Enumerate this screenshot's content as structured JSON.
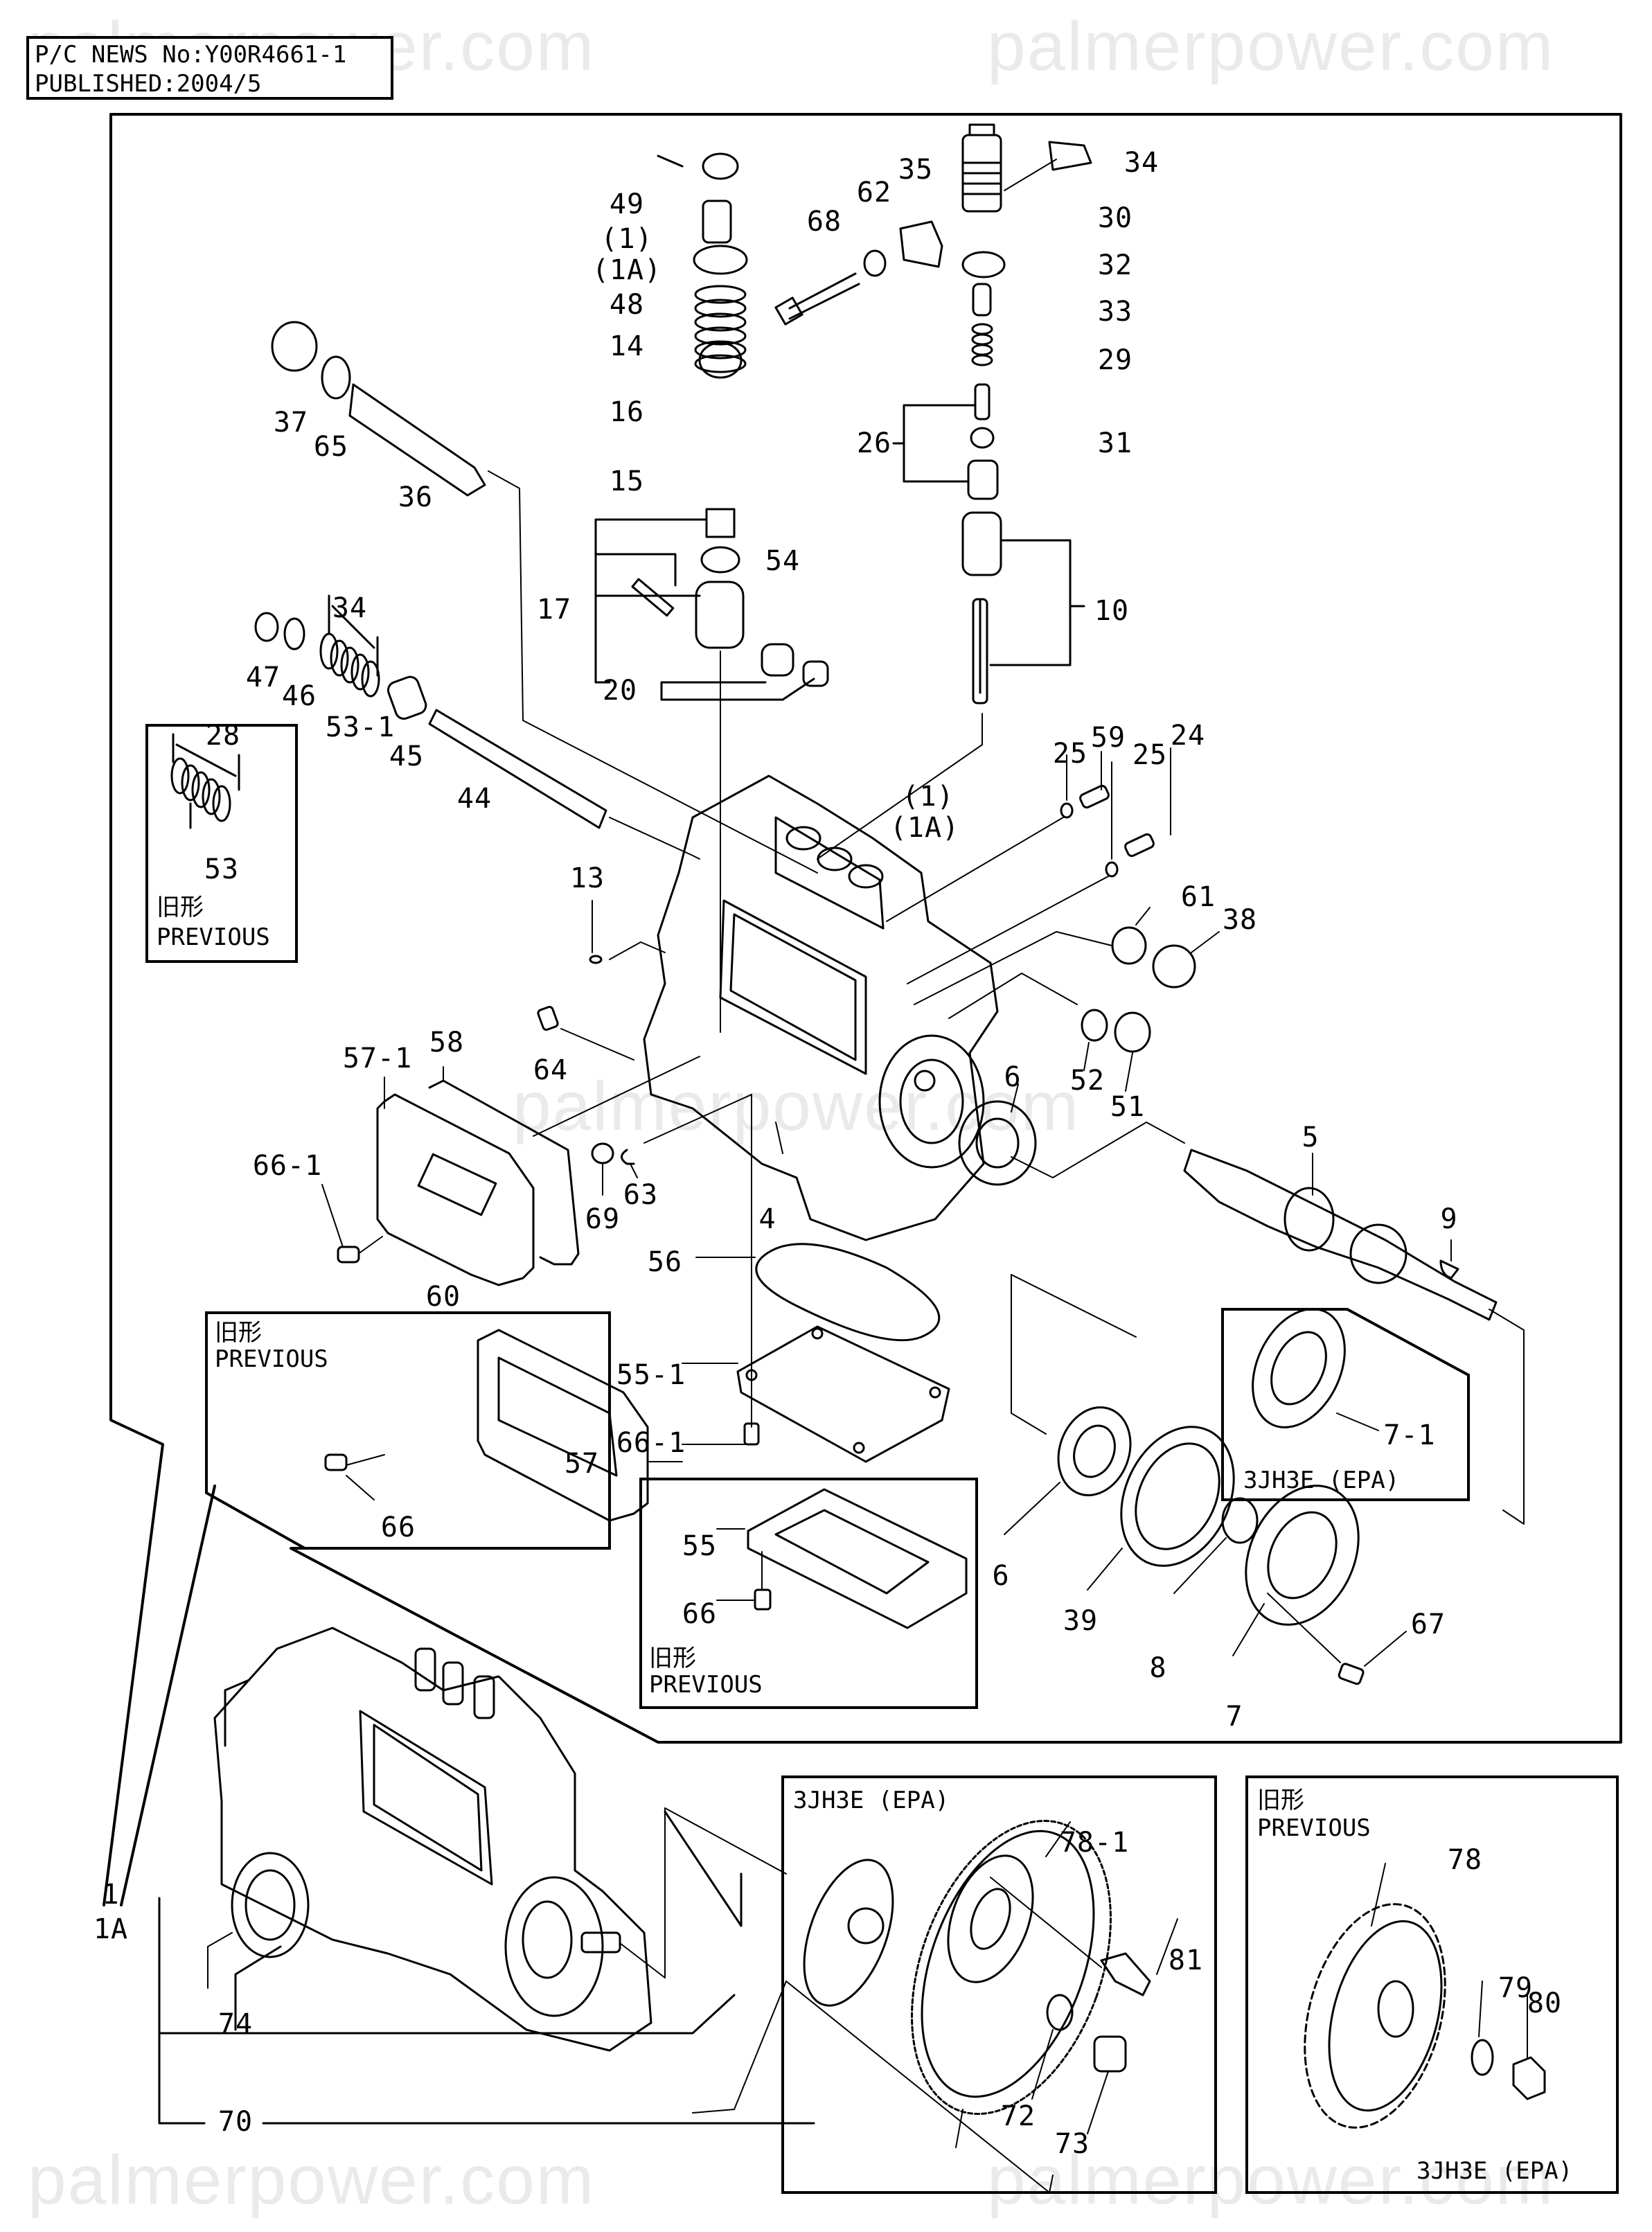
{
  "header": {
    "news_no": "P/C NEWS No:Y00R4661-1",
    "published": "PUBLISHED:2004/5"
  },
  "watermark": "palmerpower.com",
  "boxes": {
    "spring_previous": {
      "jp": "旧形",
      "label": "PREVIOUS",
      "dimension": "28",
      "part": "53"
    },
    "cover_previous": {
      "jp": "旧形",
      "label": "PREVIOUS"
    },
    "plate_previous": {
      "jp": "旧形",
      "label": "PREVIOUS"
    },
    "flange_epa": {
      "label": "3JH3E (EPA)"
    },
    "gear_epa": {
      "label": "3JH3E (EPA)"
    },
    "gear_previous": {
      "jp": "旧形",
      "label": "PREVIOUS",
      "variant": "3JH3E (EPA)"
    }
  },
  "callouts": [
    {
      "id": "49",
      "text": "49"
    },
    {
      "id": "1a-top1",
      "text": "(1)"
    },
    {
      "id": "1a-top2",
      "text": "(1A)"
    },
    {
      "id": "48",
      "text": "48"
    },
    {
      "id": "14",
      "text": "14"
    },
    {
      "id": "16",
      "text": "16"
    },
    {
      "id": "15",
      "text": "15"
    },
    {
      "id": "54",
      "text": "54"
    },
    {
      "id": "17",
      "text": "17"
    },
    {
      "id": "20",
      "text": "20"
    },
    {
      "id": "68",
      "text": "68"
    },
    {
      "id": "62",
      "text": "62"
    },
    {
      "id": "35",
      "text": "35"
    },
    {
      "id": "34",
      "text": "34"
    },
    {
      "id": "30",
      "text": "30"
    },
    {
      "id": "32",
      "text": "32"
    },
    {
      "id": "33",
      "text": "33"
    },
    {
      "id": "29",
      "text": "29"
    },
    {
      "id": "26",
      "text": "26"
    },
    {
      "id": "31",
      "text": "31"
    },
    {
      "id": "10",
      "text": "10"
    },
    {
      "id": "37",
      "text": "37"
    },
    {
      "id": "65",
      "text": "65"
    },
    {
      "id": "36",
      "text": "36"
    },
    {
      "id": "dim34",
      "text": "34"
    },
    {
      "id": "47",
      "text": "47"
    },
    {
      "id": "46",
      "text": "46"
    },
    {
      "id": "53-1",
      "text": "53-1"
    },
    {
      "id": "45",
      "text": "45"
    },
    {
      "id": "44",
      "text": "44"
    },
    {
      "id": "13",
      "text": "13"
    },
    {
      "id": "25a",
      "text": "25"
    },
    {
      "id": "59",
      "text": "59"
    },
    {
      "id": "25b",
      "text": "25"
    },
    {
      "id": "24",
      "text": "24"
    },
    {
      "id": "1b",
      "text": "(1)"
    },
    {
      "id": "1Ab",
      "text": "(1A)"
    },
    {
      "id": "61",
      "text": "61"
    },
    {
      "id": "38",
      "text": "38"
    },
    {
      "id": "52",
      "text": "52"
    },
    {
      "id": "51",
      "text": "51"
    },
    {
      "id": "64",
      "text": "64"
    },
    {
      "id": "57-1",
      "text": "57-1"
    },
    {
      "id": "58",
      "text": "58"
    },
    {
      "id": "66-1a",
      "text": "66-1"
    },
    {
      "id": "60",
      "text": "60"
    },
    {
      "id": "69",
      "text": "69"
    },
    {
      "id": "63",
      "text": "63"
    },
    {
      "id": "4",
      "text": "4"
    },
    {
      "id": "6a",
      "text": "6"
    },
    {
      "id": "5",
      "text": "5"
    },
    {
      "id": "9",
      "text": "9"
    },
    {
      "id": "56",
      "text": "56"
    },
    {
      "id": "55-1",
      "text": "55-1"
    },
    {
      "id": "66-1b",
      "text": "66-1"
    },
    {
      "id": "57",
      "text": "57"
    },
    {
      "id": "66a",
      "text": "66"
    },
    {
      "id": "55",
      "text": "55"
    },
    {
      "id": "66b",
      "text": "66"
    },
    {
      "id": "7-1",
      "text": "7-1"
    },
    {
      "id": "6b",
      "text": "6"
    },
    {
      "id": "39",
      "text": "39"
    },
    {
      "id": "8",
      "text": "8"
    },
    {
      "id": "7",
      "text": "7"
    },
    {
      "id": "67",
      "text": "67"
    },
    {
      "id": "1",
      "text": "1"
    },
    {
      "id": "1A",
      "text": "1A"
    },
    {
      "id": "74",
      "text": "74"
    },
    {
      "id": "70",
      "text": "70"
    },
    {
      "id": "78-1",
      "text": "78-1"
    },
    {
      "id": "81",
      "text": "81"
    },
    {
      "id": "72",
      "text": "72"
    },
    {
      "id": "73",
      "text": "73"
    },
    {
      "id": "78",
      "text": "78"
    },
    {
      "id": "79",
      "text": "79"
    },
    {
      "id": "80",
      "text": "80"
    }
  ]
}
